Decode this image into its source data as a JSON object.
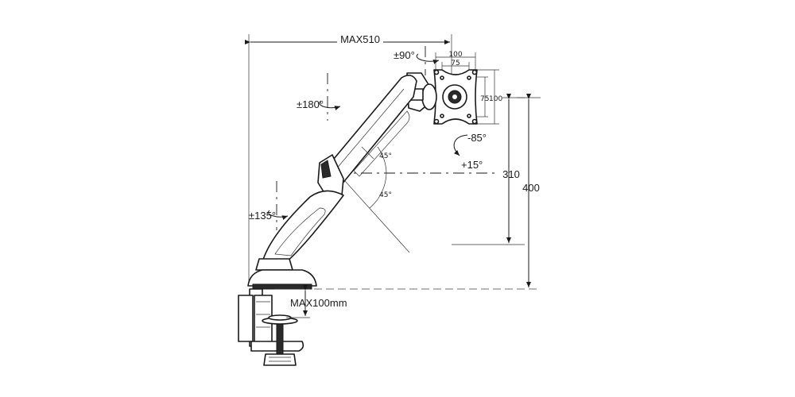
{
  "dimensions": {
    "max_reach": "MAX510",
    "height_total": "400",
    "height_mid": "310",
    "clamp_max": "MAX100mm"
  },
  "rotations": {
    "pivot_vesa": "±90°",
    "pivot_upper": "±180°",
    "pivot_base": "±135°",
    "tilt_down": "-85°",
    "tilt_up": "+15°"
  },
  "angles": {
    "upper_arm": "45°",
    "lower_arm": "45°"
  },
  "vesa": {
    "horizontal_100": "100",
    "horizontal_75": "75",
    "vertical_75": "75",
    "vertical_100": "100"
  }
}
